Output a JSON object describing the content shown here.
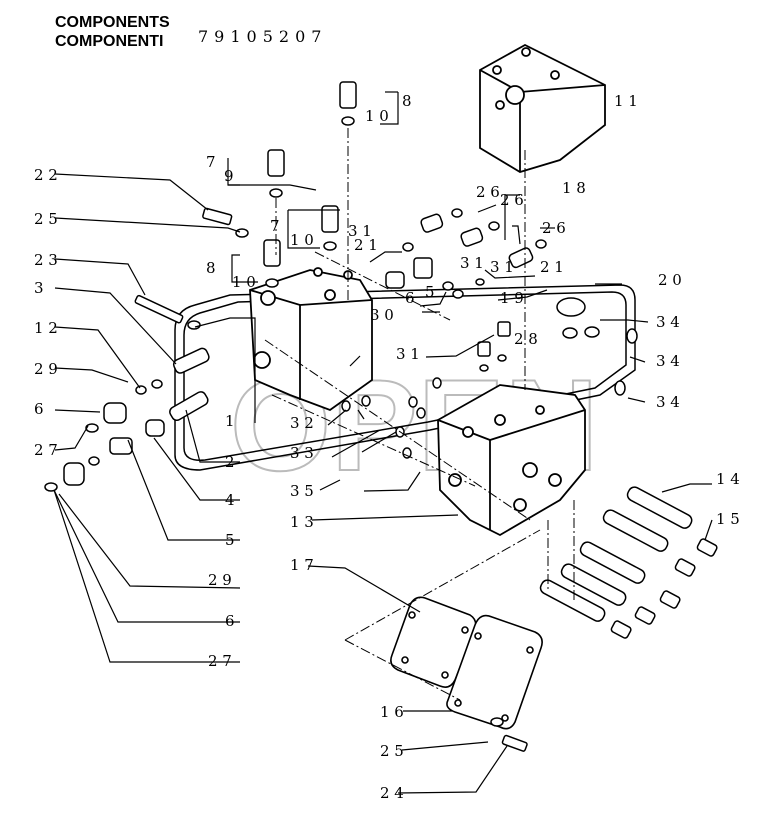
{
  "header": {
    "line1": "COMPONENTS",
    "line2": "COMPONENTI",
    "code": "79105207"
  },
  "callouts": [
    "1",
    "2",
    "3",
    "4",
    "5",
    "6",
    "7",
    "8",
    "9",
    "10",
    "11",
    "12",
    "13",
    "14",
    "15",
    "16",
    "17",
    "18",
    "19",
    "20",
    "21",
    "22",
    "23",
    "24",
    "25",
    "26",
    "27",
    "28",
    "29",
    "30",
    "31",
    "32",
    "33",
    "34",
    "35"
  ],
  "watermark": "OPEN"
}
